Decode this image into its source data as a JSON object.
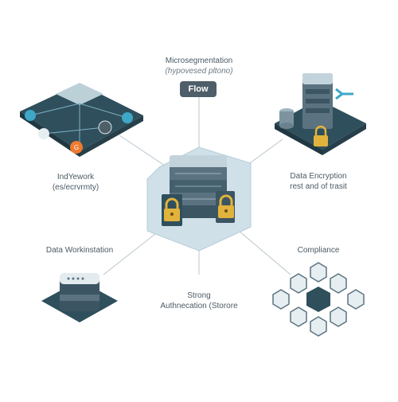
{
  "title": {
    "line1": "Microsegmentation",
    "line2": "(hypovesed pltono)"
  },
  "flow_button": {
    "label": "Flow"
  },
  "nodes": {
    "top_left": {
      "line1": "IndYework",
      "line2": "(es/ecrvrmty)"
    },
    "top_right": {
      "line1": "Data Encryption",
      "line2": "rest and of trasit"
    },
    "bottom_left": {
      "line1": "Data Workinstation"
    },
    "bottom_right": {
      "line1": "Compliance"
    },
    "bottom_center": {
      "line1": "Strong",
      "line2": "Authnecation (Storore"
    }
  },
  "palette": {
    "teal_dark": "#2f4f5c",
    "slate": "#4e5f69",
    "cyan_accent": "#3fa7c7",
    "gold_lock": "#e2b33c",
    "orange_badge": "#f07a2e",
    "hub_bg": "#cfe0e8"
  }
}
